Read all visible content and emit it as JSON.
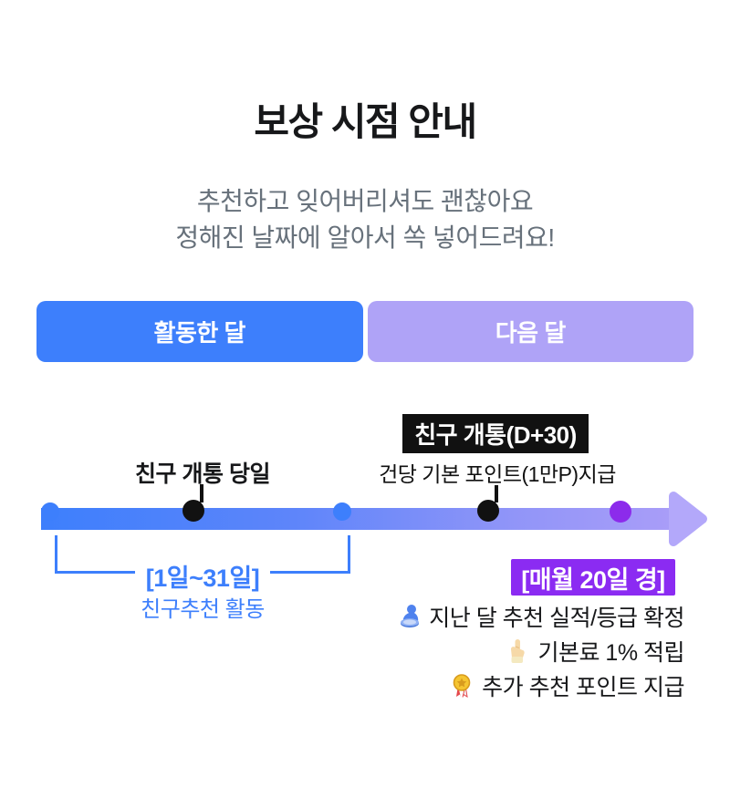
{
  "title": "보상 시점 안내",
  "subtitle": {
    "line1": "추천하고 잊어버리셔도 괜찮아요",
    "line2": "정해진 날짜에 알아서 쏙 넣어드려요!"
  },
  "period_banners": {
    "active_month": {
      "label": "활동한 달",
      "bg": "#3D7FFC"
    },
    "next_month": {
      "label": "다음 달",
      "bg": "#AFA3F7"
    }
  },
  "timeline": {
    "activation_day_label": "친구 개통 당일",
    "d30_badge_label": "친구 개통(D+30)",
    "d30_desc": "건당 기본 포인트(1만P)지급",
    "bracket": {
      "range_label": "[1일~31일]",
      "desc": "친구추천 활동"
    },
    "payout_badge_label": "[매월 20일 경]",
    "payout_items": [
      {
        "icon": "stamp-icon",
        "text": "지난 달 추천 실적/등급 확정"
      },
      {
        "icon": "pointing-finger-icon",
        "text": "기본료 1% 적립"
      },
      {
        "icon": "medal-icon",
        "text": "추가 추천 포인트 지급"
      }
    ],
    "colors": {
      "blue": "#3D7FFC",
      "lavender": "#AFA3F7",
      "violet_node": "#8C2BEB",
      "violet_badge": "#8B2BF2",
      "black": "#111111",
      "bar_gradient_start": "#3D7FFC",
      "bar_gradient_end": "#A99DF8",
      "arrow": "#B3A8FA",
      "subtitle_gray": "#67717B"
    }
  }
}
